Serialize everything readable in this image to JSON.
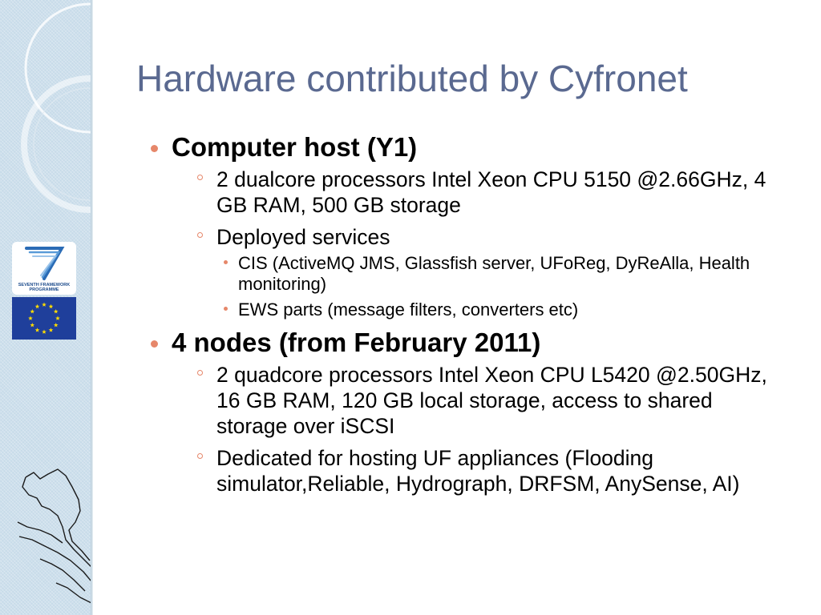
{
  "slide": {
    "title": "Hardware contributed by Cyfronet"
  },
  "logos": {
    "fp7_caption": "SEVENTH FRAMEWORK\nPROGRAMME"
  },
  "colors": {
    "title": "#5a6990",
    "bullet": "#e6876a",
    "sidebar": "#c7dbe9",
    "eu_blue": "#1f3f9b",
    "eu_star": "#ffdd00"
  },
  "bullets": [
    {
      "text": "Computer host (Y1)",
      "children": [
        {
          "text": "2 dualcore processors Intel Xeon CPU 5150 @2.66GHz, 4 GB RAM, 500 GB storage",
          "children": []
        },
        {
          "text": "Deployed services",
          "children": [
            {
              "text": "CIS (ActiveMQ JMS, Glassfish server, UFoReg, DyReAlla, Health monitoring)"
            },
            {
              "text": "EWS parts (message filters, converters etc)"
            }
          ]
        }
      ]
    },
    {
      "text": "4 nodes (from February 2011)",
      "children": [
        {
          "text": "2 quadcore processors Intel Xeon CPU L5420 @2.50GHz, 16 GB RAM, 120 GB local storage, access to shared storage over iSCSI",
          "children": []
        },
        {
          "text": "Dedicated for hosting UF appliances (Flooding simulator,Reliable, Hydrograph, DRFSM, AnySense, AI)",
          "children": []
        }
      ]
    }
  ]
}
